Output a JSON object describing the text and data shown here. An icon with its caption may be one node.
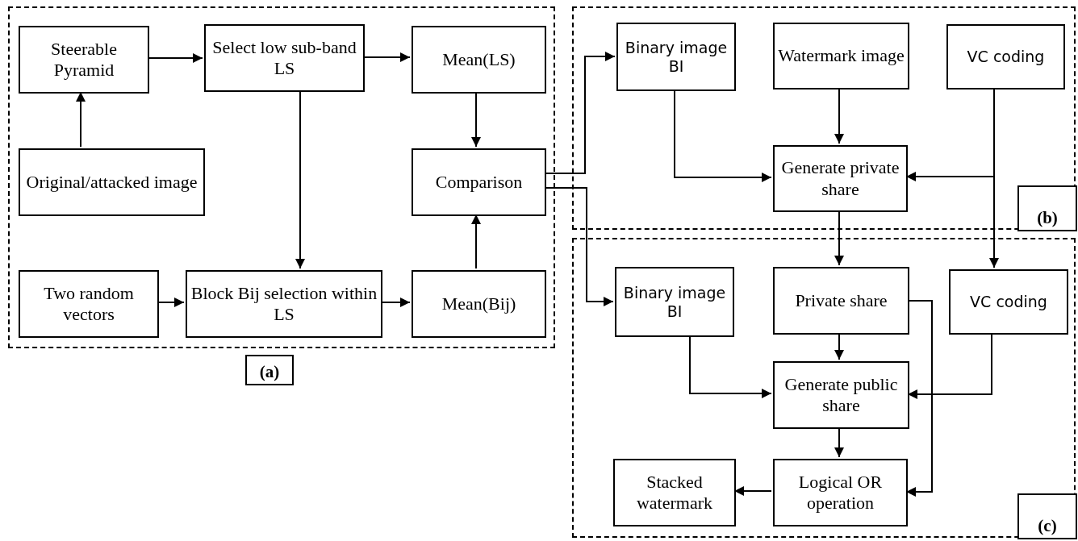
{
  "diagram": {
    "nodes": [
      {
        "text": [
          "(a)"
        ]
      },
      {
        "text": [
          "Steerable Pyramid"
        ],
        "in": 0
      },
      {
        "text": [
          "Select low sub-band LS"
        ],
        "in": 0
      },
      {
        "text": [
          "Mean(LS)"
        ],
        "in": 0
      },
      {
        "text": [
          "Original/attacked image"
        ],
        "in": 0
      },
      {
        "text": [
          "Comparison"
        ],
        "in": 0
      },
      {
        "text": [
          "Two random vectors"
        ],
        "in": 0
      },
      {
        "text": [
          "Block Bij selection within LS"
        ],
        "in": 0
      },
      {
        "text": [
          "Mean(Bij)"
        ],
        "in": 0
      },
      {
        "text": [
          "(b)"
        ]
      },
      {
        "text": [
          "Binary image BI"
        ],
        "in": 9
      },
      {
        "text": [
          "Watermark image"
        ],
        "in": 9
      },
      {
        "text": [
          "VC coding"
        ],
        "in": 9
      },
      {
        "text": [
          "Generate private share"
        ],
        "in": 9
      },
      {
        "text": [
          "(c)"
        ]
      },
      {
        "text": [
          "Binary image BI"
        ],
        "in": 14
      },
      {
        "text": [
          "Private share"
        ],
        "in": 14
      },
      {
        "text": [
          "VC coding"
        ],
        "in": 14
      },
      {
        "text": [
          "Generate public share"
        ],
        "in": 14
      },
      {
        "text": [
          "Stacked watermark"
        ],
        "in": 14
      },
      {
        "text": [
          "Logical OR operation"
        ],
        "in": 14
      }
    ],
    "edges": [
      {
        "from": 1,
        "to": 2,
        "arrow": "to"
      },
      {
        "from": 2,
        "to": 3,
        "arrow": "to"
      },
      {
        "from": 4,
        "to": 1,
        "arrow": "to"
      },
      {
        "from": 3,
        "to": 5,
        "arrow": "to"
      },
      {
        "from": 2,
        "to": 7,
        "arrow": "to"
      },
      {
        "from": 6,
        "to": 7,
        "arrow": "to"
      },
      {
        "from": 7,
        "to": 8,
        "arrow": "to"
      },
      {
        "from": 8,
        "to": 5,
        "arrow": "to"
      },
      {
        "from": 5,
        "to": 10,
        "arrow": "to"
      },
      {
        "from": 5,
        "to": 15,
        "arrow": "to"
      },
      {
        "from": 10,
        "to": 13,
        "arrow": "to"
      },
      {
        "from": 11,
        "to": 13,
        "arrow": "to"
      },
      {
        "from": 12,
        "to": 13,
        "arrow": "to"
      },
      {
        "from": 12,
        "to": 17,
        "arrow": "to"
      },
      {
        "from": 13,
        "to": 16,
        "arrow": "to"
      },
      {
        "from": 16,
        "to": 18,
        "arrow": "to"
      },
      {
        "from": 15,
        "to": 18,
        "arrow": "to"
      },
      {
        "from": 17,
        "to": 18,
        "arrow": "to"
      },
      {
        "from": 18,
        "to": 20,
        "arrow": "to"
      },
      {
        "from": 16,
        "to": 20,
        "arrow": "to"
      },
      {
        "from": 20,
        "to": 19,
        "arrow": "to"
      }
    ]
  }
}
